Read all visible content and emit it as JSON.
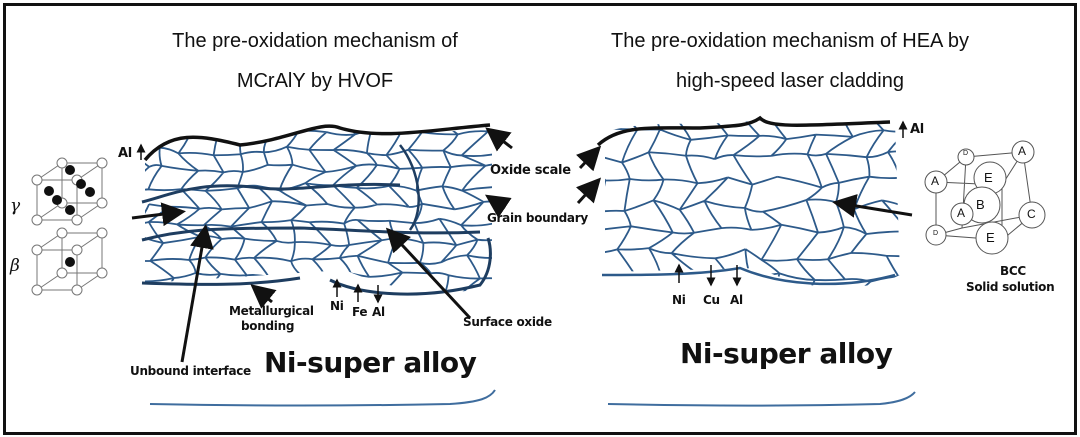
{
  "left": {
    "title_line1": "The pre-oxidation mechanism of",
    "title_line2": "MCrAlY by HVOF",
    "al_label": "Al",
    "gamma": "γ",
    "beta": "β",
    "oxide_scale": "Oxide scale",
    "grain_boundary": "Grain boundary",
    "metallurgical_1": "Metallurgical",
    "metallurgical_2": "bonding",
    "ni": "Ni",
    "fe": "Fe",
    "al": "Al",
    "surface_oxide": "Surface oxide",
    "unbound_interface": "Unbound interface",
    "substrate": "Ni-super alloy"
  },
  "right": {
    "title_line1": "The pre-oxidation mechanism of HEA by",
    "title_line2": "high-speed laser cladding",
    "al_label": "Al",
    "ni": "Ni",
    "cu": "Cu",
    "al": "Al",
    "bcc": "BCC",
    "solid_solution": "Solid solution",
    "substrate": "Ni-super alloy",
    "atoms": [
      "D",
      "A",
      "A",
      "E",
      "B",
      "A",
      "C",
      "D",
      "E"
    ]
  },
  "colors": {
    "grain": "#2d5a8a",
    "ink": "#111111",
    "substrate_line": "#3f6d9e"
  }
}
